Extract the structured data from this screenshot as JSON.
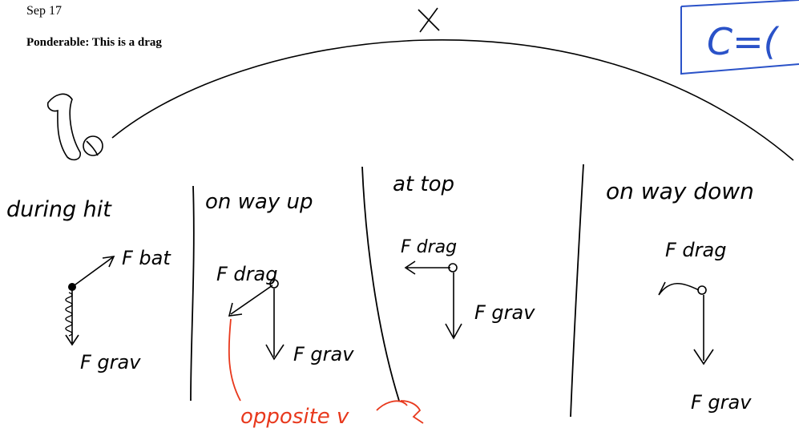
{
  "page": {
    "date": "Sep 17",
    "heading": "Ponderable: This is a drag",
    "corner_fragment": "C=("
  },
  "panels": [
    {
      "label": "during hit",
      "forces": [
        "F bat",
        "F grav"
      ]
    },
    {
      "label": "on way up",
      "forces": [
        "F drag",
        "F grav"
      ],
      "note": "opposite v"
    },
    {
      "label": "at top",
      "forces": [
        "F drag",
        "F grav"
      ]
    },
    {
      "label": "on way down",
      "forces": [
        "F drag",
        "F grav"
      ]
    }
  ],
  "colors": {
    "ink": "#000000",
    "annotation": "#e8381c",
    "box": "#2a52c8"
  }
}
